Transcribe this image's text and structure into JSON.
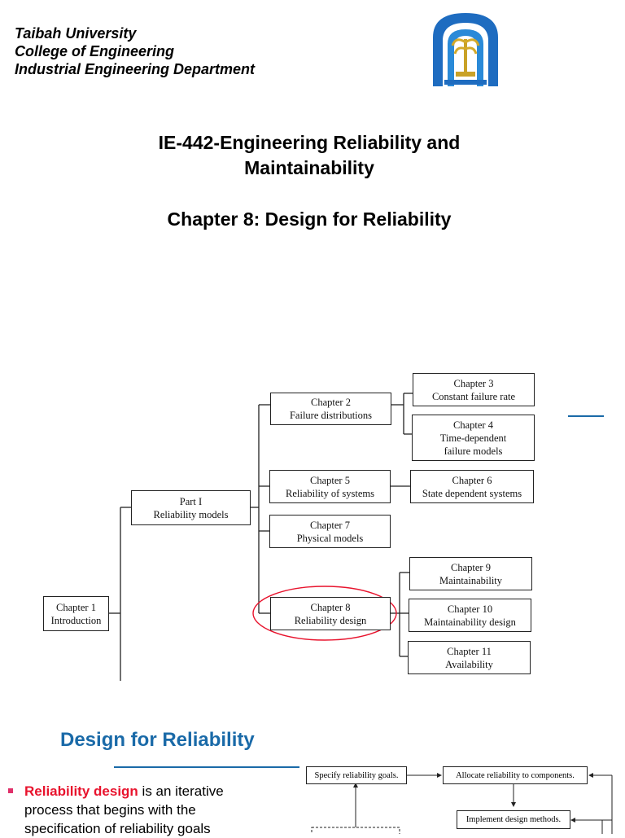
{
  "header": {
    "line1": "Taibah University",
    "line2": "College of Engineering",
    "line3": "Industrial Engineering Department"
  },
  "course_title": {
    "line1": "IE-442-Engineering Reliability and",
    "line2": "Maintainability"
  },
  "chapter_title": "Chapter 8: Design for Reliability",
  "book_map": {
    "ch1": [
      "Chapter 1",
      "Introduction"
    ],
    "part1": [
      "Part I",
      "Reliability models"
    ],
    "ch2": [
      "Chapter 2",
      "Failure distributions"
    ],
    "ch3": [
      "Chapter 3",
      "Constant failure rate"
    ],
    "ch4": [
      "Chapter 4",
      "Time-dependent",
      "failure models"
    ],
    "ch5": [
      "Chapter 5",
      "Reliability of systems"
    ],
    "ch6": [
      "Chapter 6",
      "State dependent systems"
    ],
    "ch7": [
      "Chapter 7",
      "Physical models"
    ],
    "ch8": [
      "Chapter 8",
      "Reliability design"
    ],
    "ch9": [
      "Chapter 9",
      "Maintainability"
    ],
    "ch10": [
      "Chapter 10",
      "Maintainability design"
    ],
    "ch11": [
      "Chapter 11",
      "Availability"
    ],
    "highlight_color": "#e8132d"
  },
  "section": {
    "heading": "Design for Reliability",
    "bullet_term": "Reliability design",
    "bullet_rest_1": " is an iterative",
    "bullet_line2": "process that begins with the",
    "bullet_line3": "specification of reliability goals"
  },
  "flowchart": {
    "specify": "Specify reliability goals.",
    "allocate": "Allocate reliability to components.",
    "implement": "Implement design methods."
  },
  "colors": {
    "accent": "#1a6aa8",
    "bullet": "#e0306a",
    "term": "#e8132d"
  }
}
